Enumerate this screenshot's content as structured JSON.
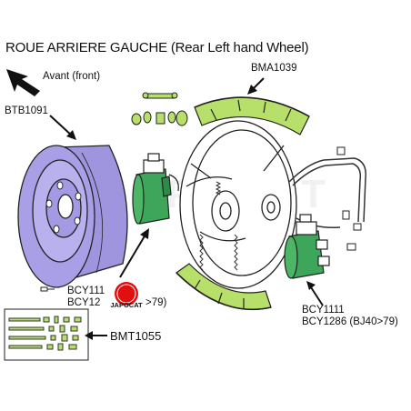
{
  "title": "ROUE ARRIERE GAUCHE  (Rear Left hand Wheel)",
  "direction_label": "Avant (front)",
  "parts": {
    "drum": "BTB1091",
    "shoes": "BMA1039",
    "left_cylinder_1": "BCY111",
    "left_cylinder_2": "BCY12",
    "left_cylinder_2_suffix": ">79)",
    "right_cylinder_1": "BCY1111",
    "right_cylinder_2": "BCY1286 (BJ40>79)",
    "fitting_kit": "BMT1055"
  },
  "watermark": {
    "big": "JAPOCAT",
    "stamp": "JAPOCAT"
  },
  "colors": {
    "drum": "#a99fe6",
    "brake_parts": "#b7e06a",
    "cylinder": "#3ea65a",
    "stamp": "#e01010",
    "outline": "#222222"
  }
}
